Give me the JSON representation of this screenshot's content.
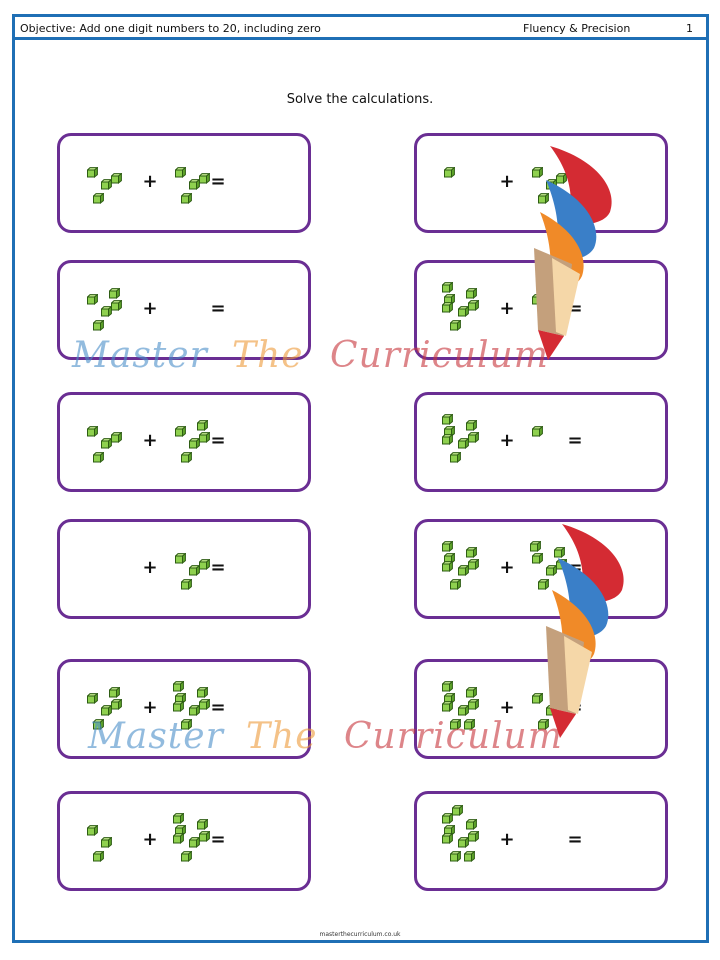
{
  "header": {
    "objective": "Objective: Add one digit numbers to 20, including zero",
    "section": "Fluency & Precision",
    "page_number": "1"
  },
  "instruction": "Solve the calculations.",
  "footer": "masterthecurriculum.co.uk",
  "watermark": {
    "word1": "Master",
    "word2": "The",
    "word3": "Curriculum"
  },
  "colors": {
    "frame": "#1f6fb5",
    "card_border": "#6a2e93",
    "cube_fill": "#8fd14f",
    "cube_stroke": "#2e5d13",
    "wm_blue": "#4a8ec9",
    "wm_orange": "#ee9a3a",
    "wm_red": "#c8353c"
  },
  "symbols": {
    "plus": "+",
    "equals": "="
  },
  "calculations": [
    {
      "left_count": 4,
      "right_count": 4
    },
    {
      "left_count": 1,
      "right_count": 4
    },
    {
      "left_count": 5,
      "right_count": 0
    },
    {
      "left_count": 7,
      "right_count": 1
    },
    {
      "left_count": 4,
      "right_count": 5
    },
    {
      "left_count": 7,
      "right_count": 1
    },
    {
      "left_count": 0,
      "right_count": 4
    },
    {
      "left_count": 7,
      "right_count": 6
    },
    {
      "left_count": 5,
      "right_count": 7
    },
    {
      "left_count": 8,
      "right_count": 5
    },
    {
      "left_count": 3,
      "right_count": 7
    },
    {
      "left_count": 9,
      "right_count": 0
    }
  ]
}
